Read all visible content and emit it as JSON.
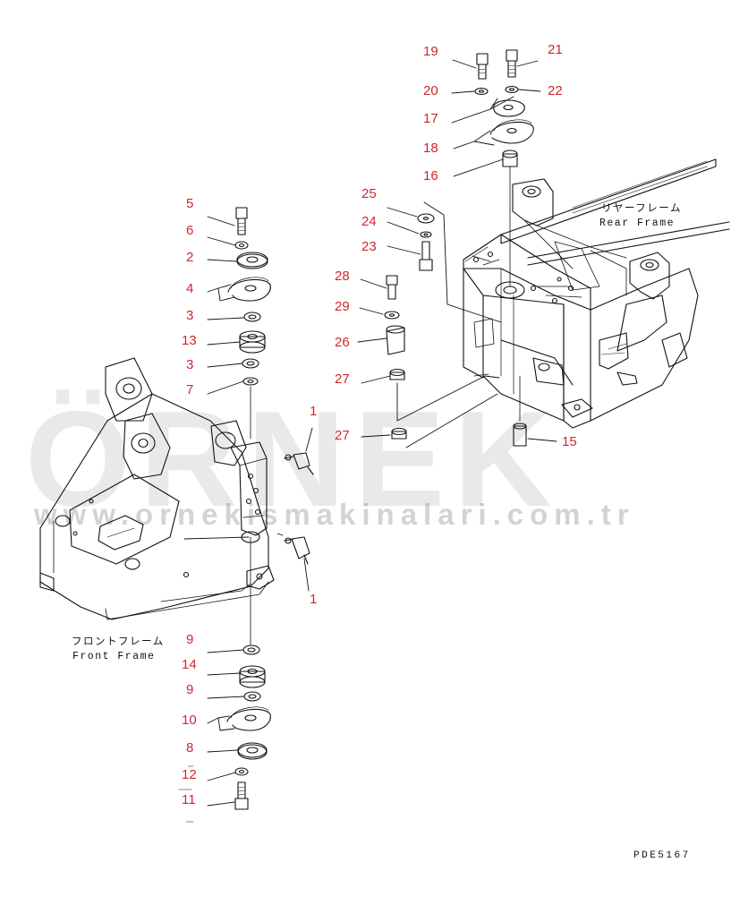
{
  "watermark": {
    "brand": "ÖRNEK",
    "url": "www.ornekismakinalari.com.tr"
  },
  "frames": {
    "rear": {
      "jp": "リヤーフレーム",
      "en": "Rear Frame"
    },
    "front": {
      "jp": "フロントフレーム",
      "en": "Front Frame"
    }
  },
  "drawing_code": "PDE5167",
  "callouts": {
    "c19": "19",
    "c21": "21",
    "c20": "20",
    "c22": "22",
    "c17": "17",
    "c18": "18",
    "c16": "16",
    "c25": "25",
    "c24": "24",
    "c23": "23",
    "c28": "28",
    "c29": "29",
    "c26": "26",
    "c27a": "27",
    "c27b": "27",
    "c15": "15",
    "c5": "5",
    "c6": "6",
    "c2": "2",
    "c4": "4",
    "c3a": "3",
    "c13": "13",
    "c3b": "3",
    "c7": "7",
    "c1a": "1",
    "c1b": "1",
    "c9a": "9",
    "c14": "14",
    "c9b": "9",
    "c10": "10",
    "c8": "8",
    "c12": "12",
    "c11": "11"
  },
  "colors": {
    "callout": "#d0262d",
    "line": "#111111",
    "watermark": "#8a8a8a"
  }
}
